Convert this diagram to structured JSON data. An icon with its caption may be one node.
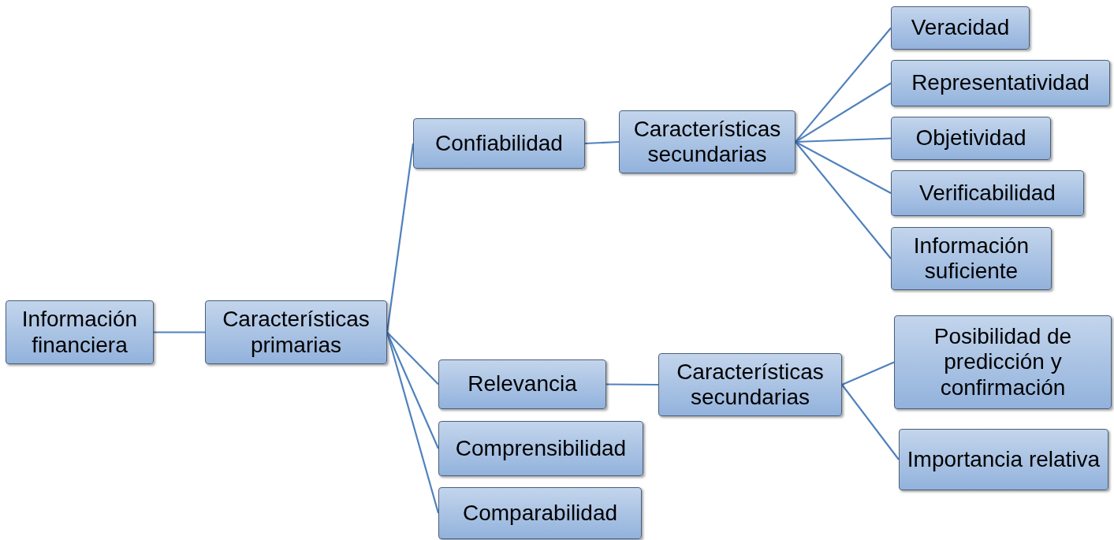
{
  "diagram": {
    "nodes": [
      {
        "text": [
          "Información financiera"
        ]
      },
      {
        "text": [
          "Características primarias"
        ]
      },
      {
        "text": [
          "Confiabilidad"
        ]
      },
      {
        "text": [
          "Características secundarias"
        ]
      },
      {
        "text": [
          "Veracidad"
        ]
      },
      {
        "text": [
          "Representatividad"
        ]
      },
      {
        "text": [
          "Objetividad"
        ]
      },
      {
        "text": [
          "Verificabilidad"
        ]
      },
      {
        "text": [
          "Información suficiente"
        ]
      },
      {
        "text": [
          "Relevancia"
        ]
      },
      {
        "text": [
          "Características secundarias"
        ]
      },
      {
        "text": [
          "Posibilidad de predicción y confirmación"
        ]
      },
      {
        "text": [
          "Importancia relativa"
        ]
      },
      {
        "text": [
          "Comprensibilidad"
        ]
      },
      {
        "text": [
          "Comparabilidad"
        ]
      }
    ],
    "edges": [
      {
        "from": 0,
        "to": 1,
        "arrow": "none"
      },
      {
        "from": 1,
        "to": 2,
        "arrow": "none"
      },
      {
        "from": 1,
        "to": 9,
        "arrow": "none"
      },
      {
        "from": 1,
        "to": 13,
        "arrow": "none"
      },
      {
        "from": 1,
        "to": 14,
        "arrow": "none"
      },
      {
        "from": 2,
        "to": 3,
        "arrow": "none"
      },
      {
        "from": 3,
        "to": 4,
        "arrow": "none"
      },
      {
        "from": 3,
        "to": 5,
        "arrow": "none"
      },
      {
        "from": 3,
        "to": 6,
        "arrow": "none"
      },
      {
        "from": 3,
        "to": 7,
        "arrow": "none"
      },
      {
        "from": 3,
        "to": 8,
        "arrow": "none"
      },
      {
        "from": 9,
        "to": 10,
        "arrow": "none"
      },
      {
        "from": 10,
        "to": 11,
        "arrow": "none"
      },
      {
        "from": 10,
        "to": 12,
        "arrow": "none"
      }
    ]
  }
}
